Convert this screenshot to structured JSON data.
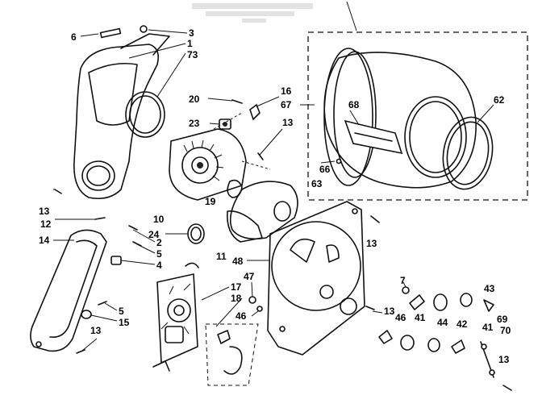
{
  "header_lines": [
    "",
    ""
  ],
  "callouts": {
    "c1": "1",
    "c2": "2",
    "c3": "3",
    "c4": "4",
    "c5a": "5",
    "c5b": "5",
    "c6": "6",
    "c7": "7",
    "c10": "10",
    "c11": "11",
    "c12": "12",
    "c13a": "13",
    "c13b": "13",
    "c13c": "13",
    "c13d": "13",
    "c13e": "13",
    "c13f": "13",
    "c14": "14",
    "c15": "15",
    "c16": "16",
    "c17": "17",
    "c18": "18",
    "c19": "19",
    "c20": "20",
    "c23": "23",
    "c24": "24",
    "c41a": "41",
    "c41b": "41",
    "c42": "42",
    "c43": "43",
    "c44": "44",
    "c46a": "46",
    "c46b": "46",
    "c47": "47",
    "c48": "48",
    "c62": "62",
    "c63": "63",
    "c66": "66",
    "c67": "67",
    "c68": "68",
    "c69": "69",
    "c70": "70",
    "c73": "73"
  }
}
